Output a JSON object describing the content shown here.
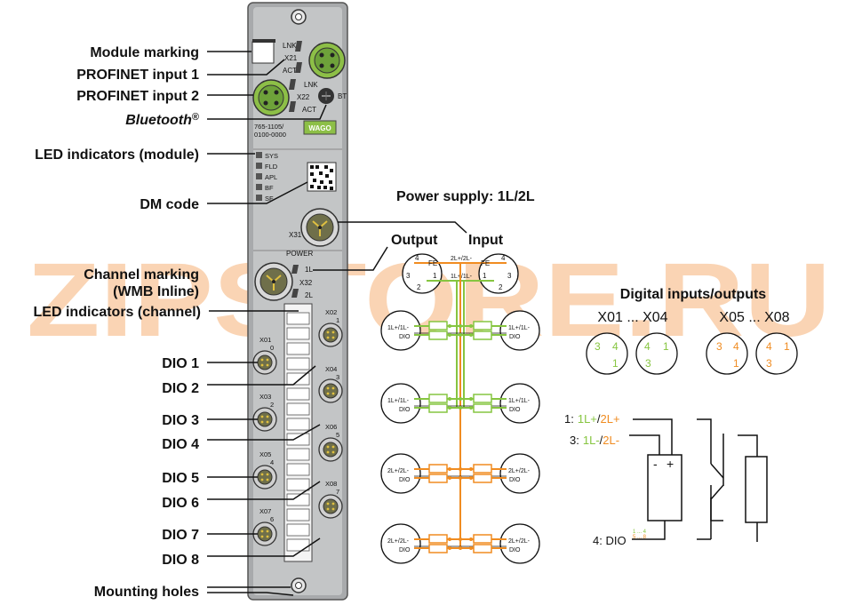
{
  "watermark": "ZIPSTORE.RU",
  "colors": {
    "green": "#86c540",
    "orange": "#f08c21",
    "module": "#b9bbbc",
    "connector": "#7a9a48"
  },
  "callouts": {
    "module_marking": "Module marking",
    "profinet1": "PROFINET input 1",
    "profinet2": "PROFINET input 2",
    "bluetooth": "Bluetooth",
    "bluetooth_reg": "®",
    "led_module": "LED indicators (module)",
    "dm_code": "DM code",
    "channel_marking_1": "Channel marking",
    "channel_marking_2": "(WMB Inline)",
    "led_channel": "LED indicators (channel)",
    "dio1": "DIO 1",
    "dio2": "DIO 2",
    "dio3": "DIO 3",
    "dio4": "DIO 4",
    "dio5": "DIO 5",
    "dio6": "DIO 6",
    "dio7": "DIO 7",
    "dio8": "DIO 8",
    "mounting_holes": "Mounting holes"
  },
  "module": {
    "x21": "X21",
    "x22": "X22",
    "x31": "X31",
    "x32": "X32",
    "lnk": "LNK",
    "act": "ACT",
    "bt": "BT",
    "part1": "765-1105/",
    "part2": "0100-0000",
    "brand": "WAGO",
    "leds": [
      "SYS",
      "FLD",
      "APL",
      "BF",
      "SF"
    ],
    "power": "POWER",
    "l1": "1L",
    "l2": "2L",
    "ports": [
      {
        "name": "X01",
        "num": "0"
      },
      {
        "name": "X02",
        "num": "1"
      },
      {
        "name": "X03",
        "num": "2"
      },
      {
        "name": "X04",
        "num": "3"
      },
      {
        "name": "X05",
        "num": "4"
      },
      {
        "name": "X06",
        "num": "5"
      },
      {
        "name": "X07",
        "num": "6"
      },
      {
        "name": "X08",
        "num": "7"
      }
    ]
  },
  "power_diagram": {
    "title": "Power supply: 1L/2L",
    "output": "Output",
    "input": "Input",
    "fe": "FE",
    "bus_top": "2L+/2L-",
    "bus_mid": "1L+/1L-",
    "pin4": "4",
    "pin3": "3",
    "pin2": "2",
    "pin1": "1",
    "green_l": "1L+/1L-",
    "orange_l": "2L+/2L-",
    "dio": "DIO"
  },
  "dio_section": {
    "title": "Digital inputs/outputs",
    "group1": "X01 ... X04",
    "group2": "X05 ... X08",
    "p3": "3",
    "p4": "4",
    "p1": "1",
    "pin1_label": "1:",
    "pin1_green": "1L+",
    "slash": "/",
    "pin1_orange": "2L+",
    "pin3_label": "3:",
    "pin3_green": "1L-",
    "pin3_orange": "2L-",
    "pin4_label": "4: DIO",
    "minus": "-",
    "plus": "+",
    "small_g": "1 ... 4",
    "small_o": "5 ... 8"
  }
}
